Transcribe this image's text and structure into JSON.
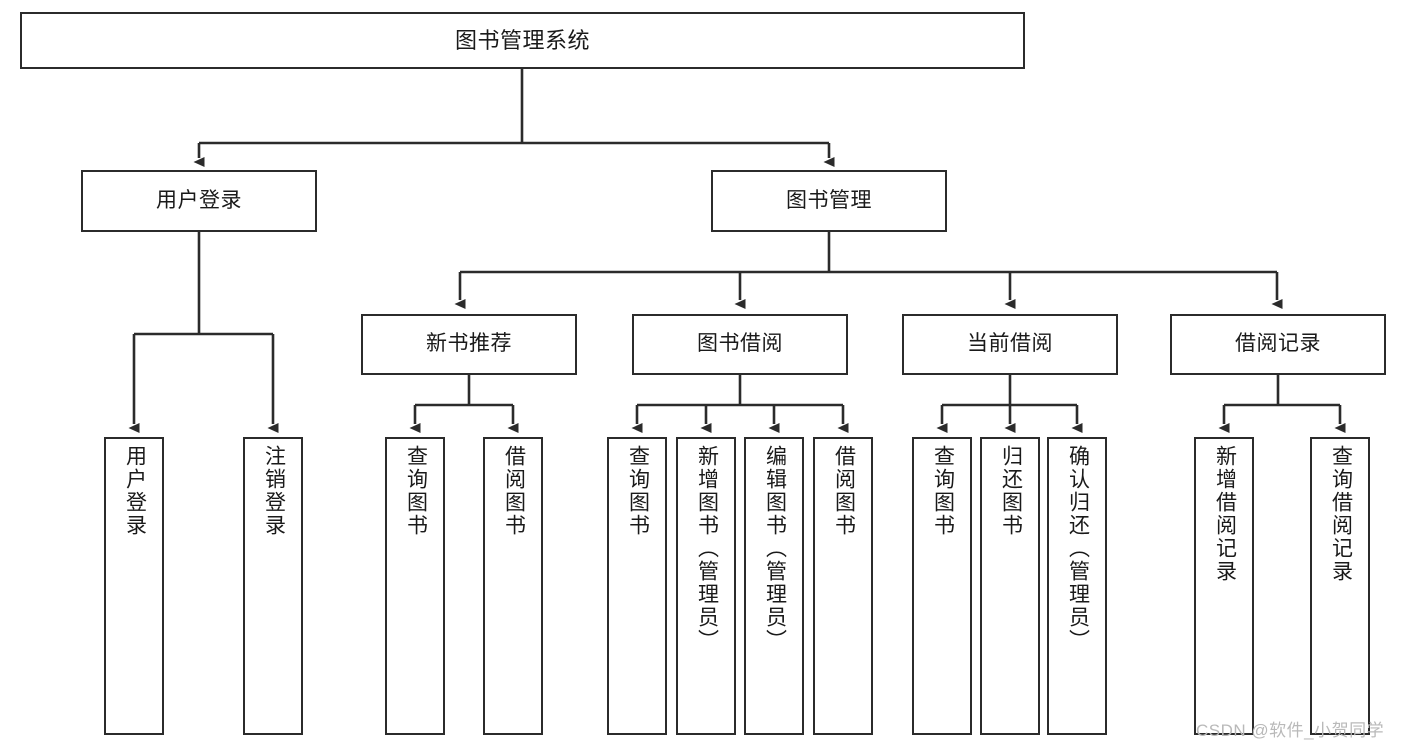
{
  "diagram": {
    "type": "tree-hierarchy-chart",
    "title": "图书管理系统",
    "root": {
      "label": "图书管理系统"
    },
    "level2": [
      {
        "id": "user-login",
        "label": "用户登录"
      },
      {
        "id": "book-management",
        "label": "图书管理"
      }
    ],
    "level3": [
      {
        "id": "new-book-recommend",
        "label": "新书推荐",
        "parent": "book-management"
      },
      {
        "id": "book-borrow",
        "label": "图书借阅",
        "parent": "book-management"
      },
      {
        "id": "current-borrow",
        "label": "当前借阅",
        "parent": "book-management"
      },
      {
        "id": "borrow-record",
        "label": "借阅记录",
        "parent": "book-management"
      }
    ],
    "leaves": {
      "user_login": [
        "用户登录",
        "注销登录"
      ],
      "new_book_recommend": [
        "查询图书",
        "借阅图书"
      ],
      "book_borrow": [
        "查询图书",
        "新增图书（管理员）",
        "编辑图书（管理员）",
        "借阅图书"
      ],
      "current_borrow": [
        "查询图书",
        "归还图书",
        "确认归还（管理员）"
      ],
      "borrow_record": [
        "新增借阅记录",
        "查询借阅记录"
      ]
    }
  },
  "colors": {
    "stroke": "#2b2b2b",
    "background": "#ffffff",
    "text": "#1a1a1a",
    "watermark": "#b9b9b9"
  },
  "watermark": {
    "text": "CSDN @软件_小贺同学"
  }
}
